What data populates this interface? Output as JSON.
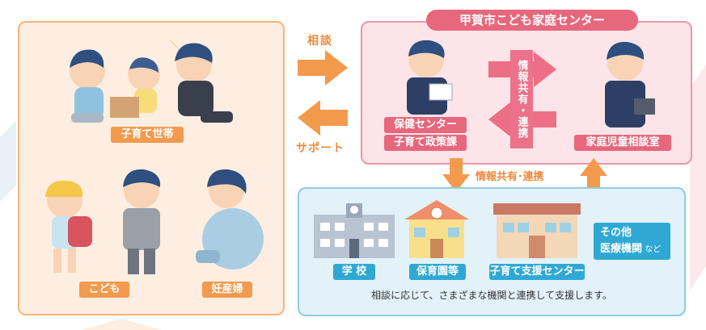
{
  "center_title": "甲賀市こども家庭センター",
  "arrow_labels": {
    "consult": "相談",
    "support": "サポート"
  },
  "left_panel": {
    "households_label": "子育て世帯",
    "children_label": "こども",
    "pregnant_label": "妊産婦"
  },
  "center_panel": {
    "health_center_label": "保健センター",
    "policy_section_label": "子育て政策課",
    "share_label": "情報共有・連携",
    "family_consult_label": "家庭児童相談室"
  },
  "middle_label": "情報共有･連携",
  "bottom_panel": {
    "school_label": "学 校",
    "nursery_label": "保育園等",
    "support_center_label": "子育て支援センター",
    "other_line1": "その他",
    "other_line2": "医療機関",
    "other_suffix": " など",
    "caption": "相談に応じて、さまざまな機関と連携して支援します。"
  },
  "colors": {
    "orange": "#f29a4e",
    "pink": "#e7677c",
    "blue": "#2fa9d3",
    "arrow_orange": "#f39a4c",
    "arrow_pink": "#ec6f86"
  }
}
